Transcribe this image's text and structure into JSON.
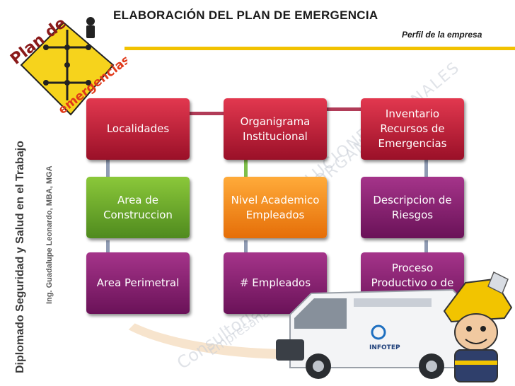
{
  "slide": {
    "title": "ELABORACIÓN DEL PLAN DE EMERGENCIA",
    "subtitle": "Perfil de la empresa",
    "vertical_course": "Diplomado Seguridad y Salud en el Trabajo",
    "vertical_author": "Ing. Guadalupe Leonardo, MBA, MGA"
  },
  "logo": {
    "line1": "Plan de",
    "line2": "emergencias"
  },
  "watermarks": {
    "w1": "SOLUCIONES",
    "w2": "ORGANIZACIONALES",
    "w3": "Consultoría",
    "w4": "Empresarial"
  },
  "van": {
    "badge": "INFOTEP"
  },
  "cards": {
    "r1c1": "Localidades",
    "r1c2": "Organigrama Institucional",
    "r1c3": "Inventario Recursos de Emergencias",
    "r2c1": "Area de Construccion",
    "r2c2": "Nivel Academico Empleados",
    "r2c3": "Descripcion de Riesgos",
    "r3c1": "Area Perimetral",
    "r3c2": "# Empleados",
    "r3c3": "Proceso Productivo o de Servicio"
  },
  "colors": {
    "accent_yellow": "#f2c200",
    "card_red": "#c0213c",
    "card_green": "#6aa82c",
    "card_purple": "#8a2272",
    "card_orange": "#f58b1f"
  }
}
